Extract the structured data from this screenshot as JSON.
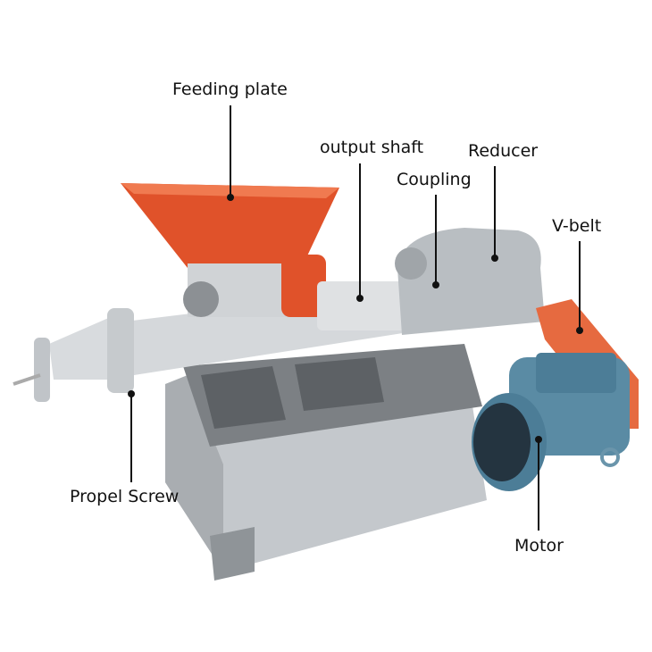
{
  "diagram": {
    "subject": "Extruder machine",
    "colors": {
      "machine_gray": "#c9cdd1",
      "hopper_orange": "#e0522a",
      "motor_blue": "#4c7d97",
      "belt_guard_orange": "#e66a40",
      "label_text": "#111111"
    },
    "labels": [
      {
        "id": "feeding-plate",
        "text": "Feeding plate"
      },
      {
        "id": "output-shaft",
        "text": "output shaft"
      },
      {
        "id": "coupling",
        "text": "Coupling"
      },
      {
        "id": "reducer",
        "text": "Reducer"
      },
      {
        "id": "v-belt",
        "text": "V-belt"
      },
      {
        "id": "propel-screw",
        "text": "Propel Screw"
      },
      {
        "id": "motor",
        "text": "Motor"
      }
    ]
  }
}
